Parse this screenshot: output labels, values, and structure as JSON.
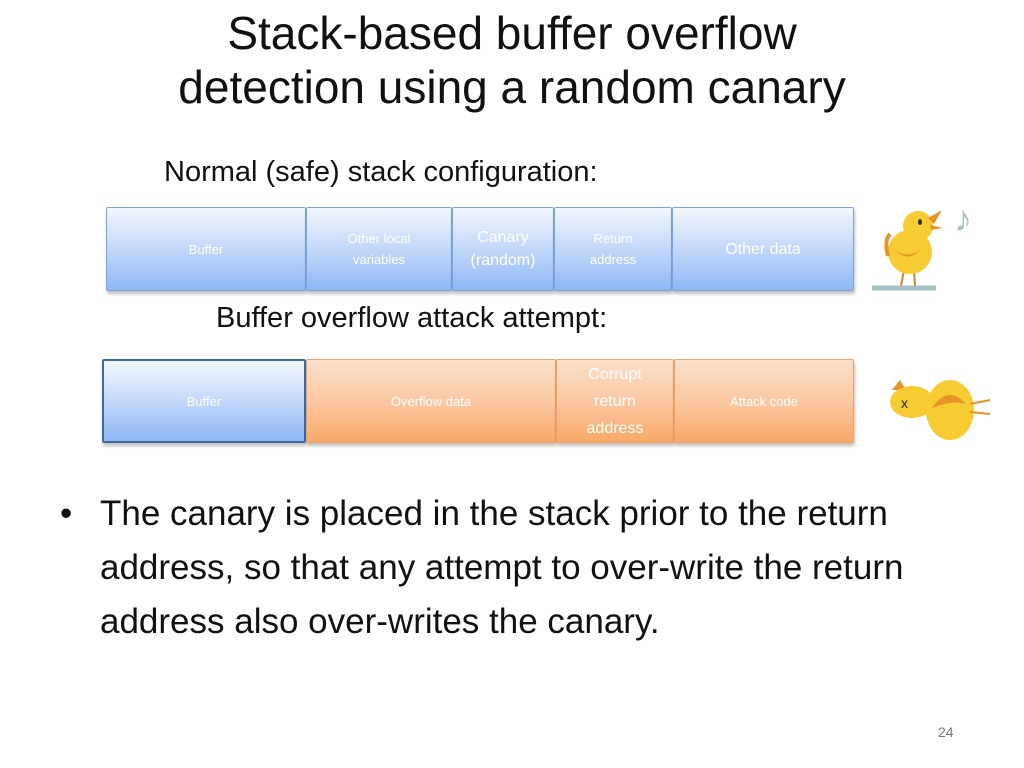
{
  "slide": {
    "title_line1": "Stack-based buffer overflow",
    "title_line2": "detection using a random canary",
    "normal_heading": "Normal (safe) stack configuration:",
    "attack_heading": "Buffer overflow attack attempt:",
    "normal_stack": [
      {
        "label": "Buffer"
      },
      {
        "label": "Other local variables"
      },
      {
        "label": "Canary (random)"
      },
      {
        "label": "Return address"
      },
      {
        "label": "Other data"
      }
    ],
    "attack_stack": [
      {
        "label": "Buffer"
      },
      {
        "label": "Overflow data"
      },
      {
        "label": "Corrupt return address"
      },
      {
        "label": "Attack code"
      }
    ],
    "bullet_text": "The canary is placed in the stack prior to the return address, so that any attempt to over-write the return address also over-writes the canary.",
    "dead_bird_mark": "x",
    "music_note": "♪",
    "page_number": "24"
  },
  "colors": {
    "normal_cell": "#c7dbfb",
    "attack_overflow_cell": "#fbc8a2",
    "bird_yellow": "#f6cc32",
    "bird_orange": "#e8932a"
  },
  "icons": [
    "singing-bird-icon",
    "music-note-icon",
    "dead-bird-icon"
  ]
}
